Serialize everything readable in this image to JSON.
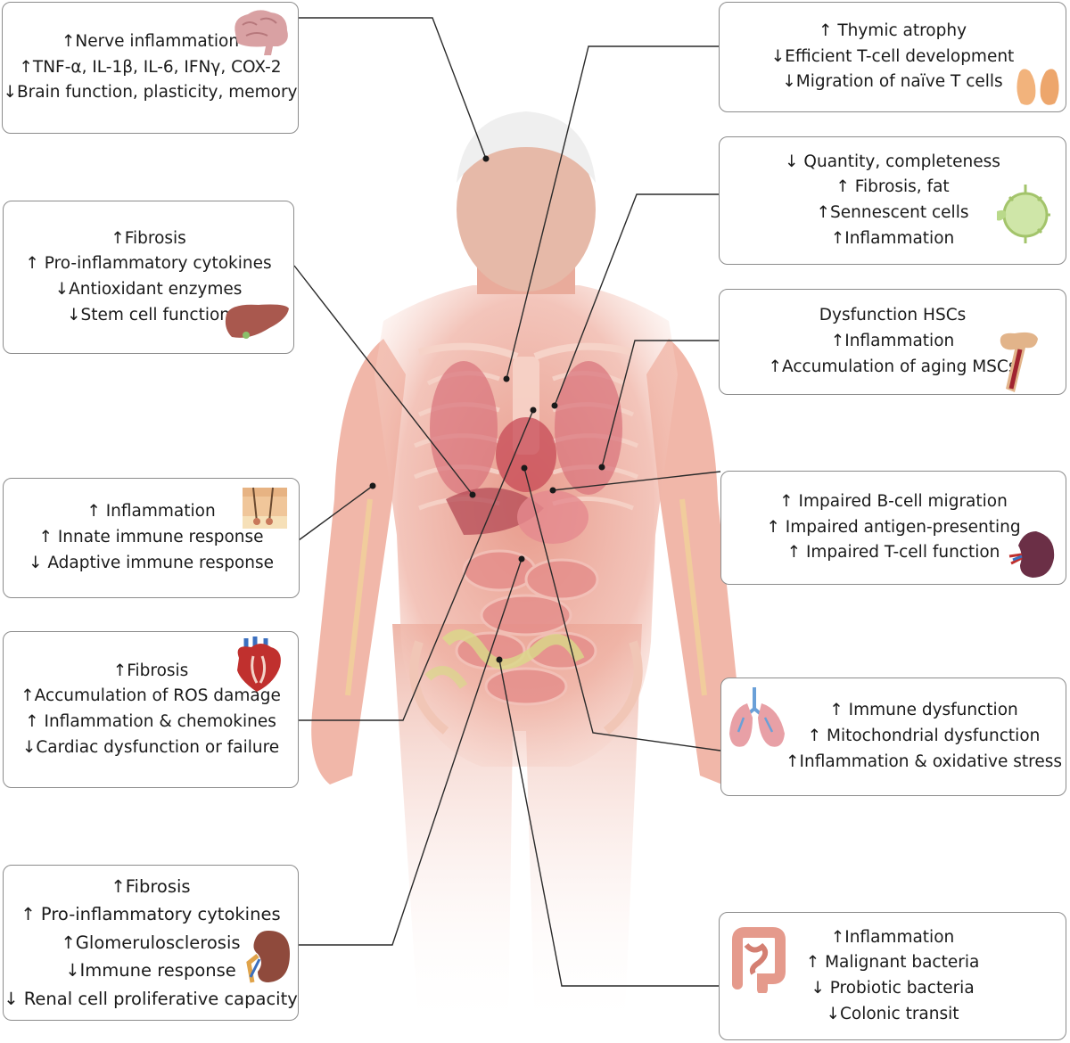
{
  "panels": {
    "brain": {
      "lines": [
        "↑Nerve inflammation",
        "↑TNF-α, IL-1β, IL-6, IFNγ, COX-2",
        "↓Brain function, plasticity, memory"
      ],
      "icon": "brain-icon",
      "color": "#c98f92"
    },
    "liver": {
      "lines": [
        "↑Fibrosis",
        "↑ Pro-inflammatory cytokines",
        "↓Antioxidant enzymes",
        "↓Stem cell function"
      ],
      "icon": "liver-icon",
      "color": "#a9584e"
    },
    "skin": {
      "lines": [
        "↑ Inflammation",
        "↑ Innate immune response",
        "↓ Adaptive immune response"
      ],
      "icon": "skin-icon",
      "color": "#e8a86a"
    },
    "heart": {
      "lines": [
        "↑Fibrosis",
        "↑Accumulation of ROS damage",
        "↑ Inflammation & chemokines",
        "↓Cardiac dysfunction or failure"
      ],
      "icon": "heart-icon",
      "color": "#c0302e"
    },
    "kidney": {
      "lines": [
        "↑Fibrosis",
        "↑ Pro-inflammatory cytokines",
        "↑Glomerulosclerosis",
        "↓Immune response",
        "↓ Renal cell proliferative capacity"
      ],
      "icon": "kidney-icon",
      "color": "#8f4a3c"
    },
    "thymus": {
      "lines": [
        "↑ Thymic atrophy",
        "↓Efficient T-cell development",
        "↓Migration of naïve T cells"
      ],
      "icon": "thymus-icon",
      "color": "#f2b37c"
    },
    "lymph": {
      "lines": [
        "↓ Quantity, completeness",
        "↑ Fibrosis, fat",
        "↑Sennescent cells",
        "↑Inflammation"
      ],
      "icon": "lymph-node-icon",
      "color": "#b9d98a"
    },
    "bone": {
      "lines": [
        "Dysfunction HSCs",
        "↑Inflammation",
        "↑Accumulation of aging MSCs"
      ],
      "icon": "bone-marrow-icon",
      "color": "#e2b48a"
    },
    "spleen": {
      "lines": [
        "↑ Impaired B-cell migration",
        "↑ Impaired antigen-presenting",
        "↑ Impaired T-cell function"
      ],
      "icon": "spleen-icon",
      "color": "#6b2f46"
    },
    "lung": {
      "lines": [
        "↑ Immune dysfunction",
        "↑ Mitochondrial dysfunction",
        "↑Inflammation & oxidative stress"
      ],
      "icon": "lungs-icon",
      "color": "#e8a0a6"
    },
    "gut": {
      "lines": [
        "↑Inflammation",
        "↑ Malignant bacteria",
        "↓ Probiotic bacteria",
        "↓Colonic transit"
      ],
      "icon": "intestine-icon",
      "color": "#e59a8c"
    }
  },
  "body_icon": "human-body-anatomy-icon",
  "colors": {
    "border": "#8c8c8c",
    "leader": "#2a2a2a",
    "body": "#eba595"
  }
}
